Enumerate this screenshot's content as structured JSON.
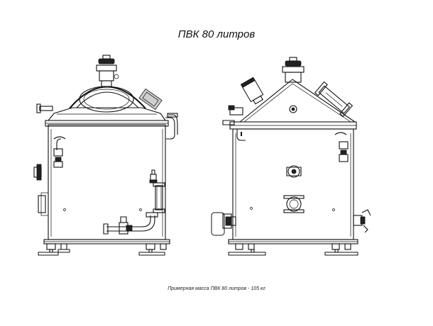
{
  "title": "ПВК 80 литров",
  "caption": "Примерная масса ПВК 80 литров - 105 кг",
  "views": [
    {
      "name": "front-view"
    },
    {
      "name": "side-view"
    }
  ]
}
